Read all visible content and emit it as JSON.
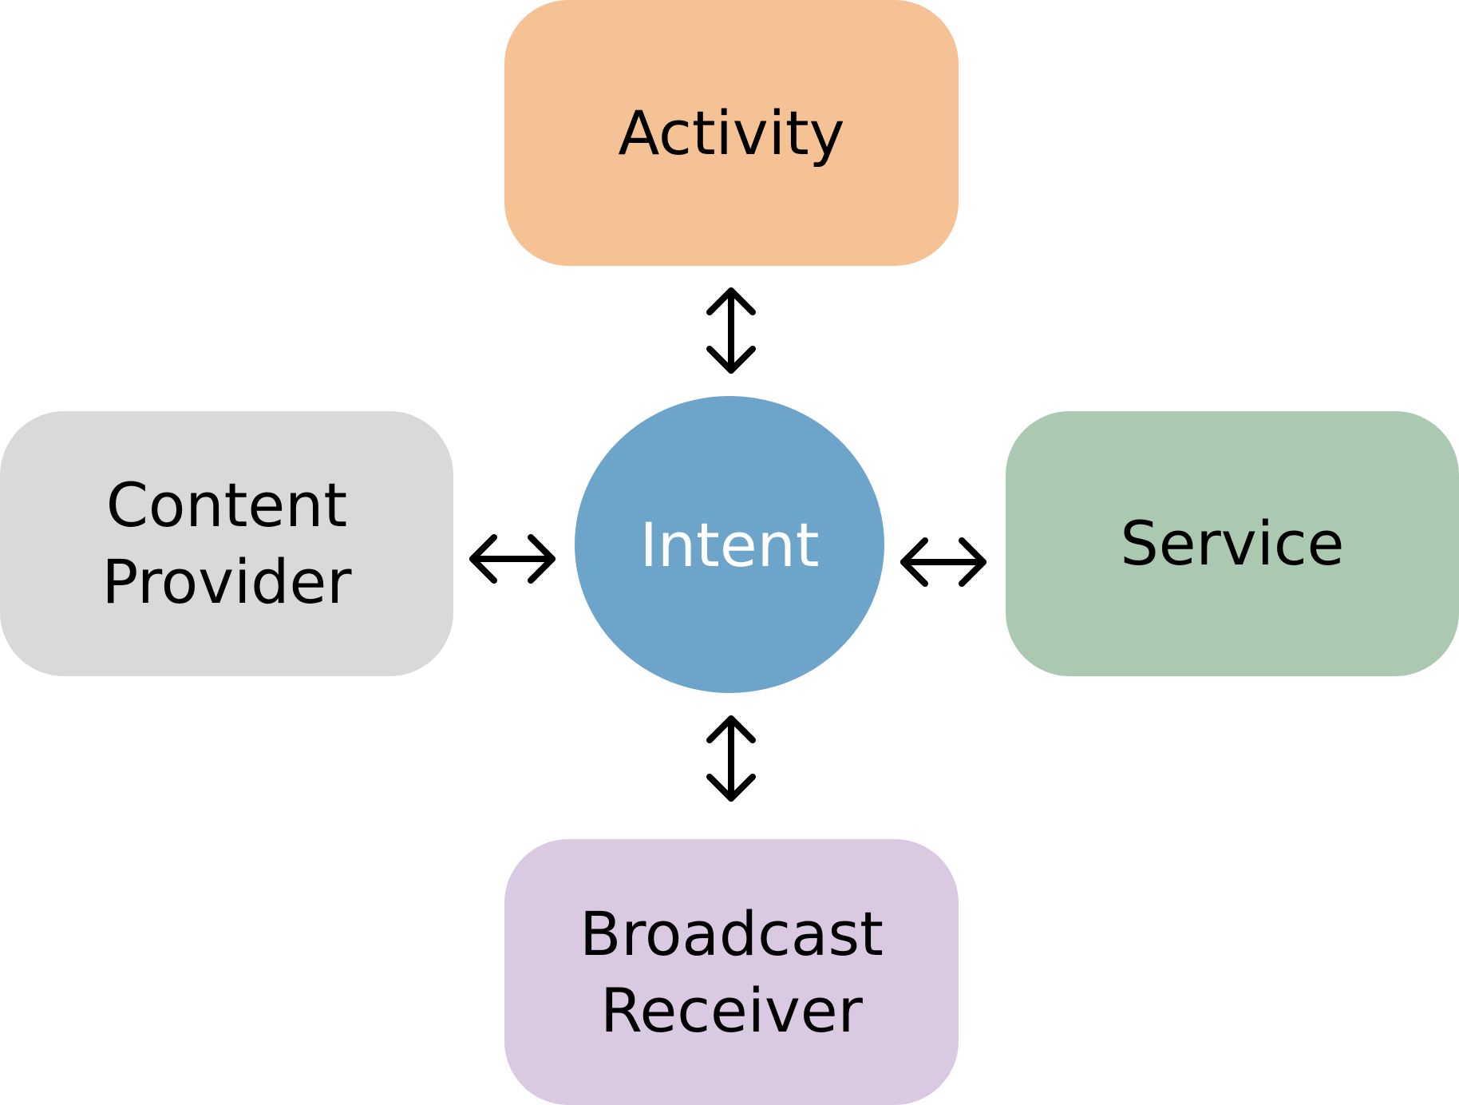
{
  "nodes": {
    "activity": {
      "lines": [
        "Activity"
      ],
      "color": "#f5c296"
    },
    "content": {
      "lines": [
        "Content",
        "Provider"
      ],
      "color": "#d9d9d9"
    },
    "service": {
      "lines": [
        "Service"
      ],
      "color": "#abc8b0"
    },
    "broadcast": {
      "lines": [
        "Broadcast",
        "Receiver"
      ],
      "color": "#d9cae2"
    },
    "intent": {
      "label": "Intent",
      "color": "#6da4c9",
      "text_color": "#ffffff"
    }
  },
  "connectors": [
    {
      "from": "intent",
      "to": "activity",
      "direction": "bidirectional"
    },
    {
      "from": "intent",
      "to": "content",
      "direction": "bidirectional"
    },
    {
      "from": "intent",
      "to": "service",
      "direction": "bidirectional"
    },
    {
      "from": "intent",
      "to": "broadcast",
      "direction": "bidirectional"
    }
  ]
}
